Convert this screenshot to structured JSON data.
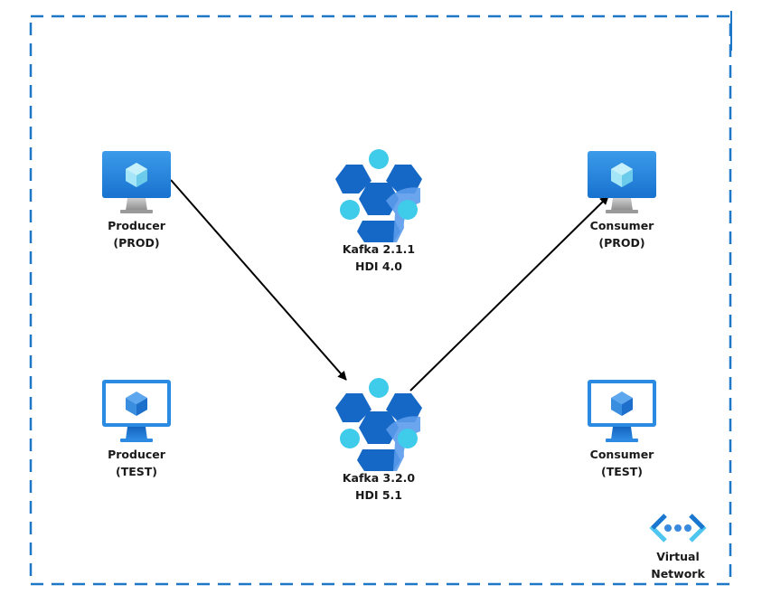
{
  "diagram": {
    "container": {
      "name": "Virtual Network",
      "border_color": "#1F77C8",
      "style": "dashed"
    },
    "nodes": [
      {
        "id": "producer-prod",
        "type": "vm",
        "variant": "prod",
        "lines": [
          "Producer",
          "(PROD)"
        ]
      },
      {
        "id": "kafka-211",
        "type": "hdinsight-kafka",
        "lines": [
          "Kafka 2.1.1",
          "HDI 4.0"
        ]
      },
      {
        "id": "consumer-prod",
        "type": "vm",
        "variant": "prod",
        "lines": [
          "Consumer",
          "(PROD)"
        ]
      },
      {
        "id": "producer-test",
        "type": "vm",
        "variant": "test",
        "lines": [
          "Producer",
          "(TEST)"
        ]
      },
      {
        "id": "kafka-320",
        "type": "hdinsight-kafka",
        "lines": [
          "Kafka 3.2.0",
          "HDI 5.1"
        ]
      },
      {
        "id": "consumer-test",
        "type": "vm",
        "variant": "test",
        "lines": [
          "Consumer",
          "(TEST)"
        ]
      },
      {
        "id": "vnet",
        "type": "virtual-network",
        "lines": [
          "Virtual",
          "Network"
        ]
      }
    ],
    "edges": [
      {
        "from": "producer-prod",
        "to": "kafka-320",
        "color": "#000000"
      },
      {
        "from": "kafka-320",
        "to": "consumer-prod",
        "color": "#000000"
      }
    ],
    "colors": {
      "vm_screen": "#1E7FD8",
      "vm_screen_light": "#3C9BEA",
      "vm_stand": "#9A9A9A",
      "vm_test_frame": "#2B8AE2",
      "cube_light": "#A9E6F7",
      "cube_test": "#3A8EE0",
      "kafka_dark": "#1668C7",
      "kafka_mid": "#5A9BEB",
      "kafka_node": "#3FCBEA",
      "vnet_dark": "#1B76CF",
      "vnet_light": "#4FC6F0",
      "vnet_dot": "#3A8AE0"
    }
  }
}
